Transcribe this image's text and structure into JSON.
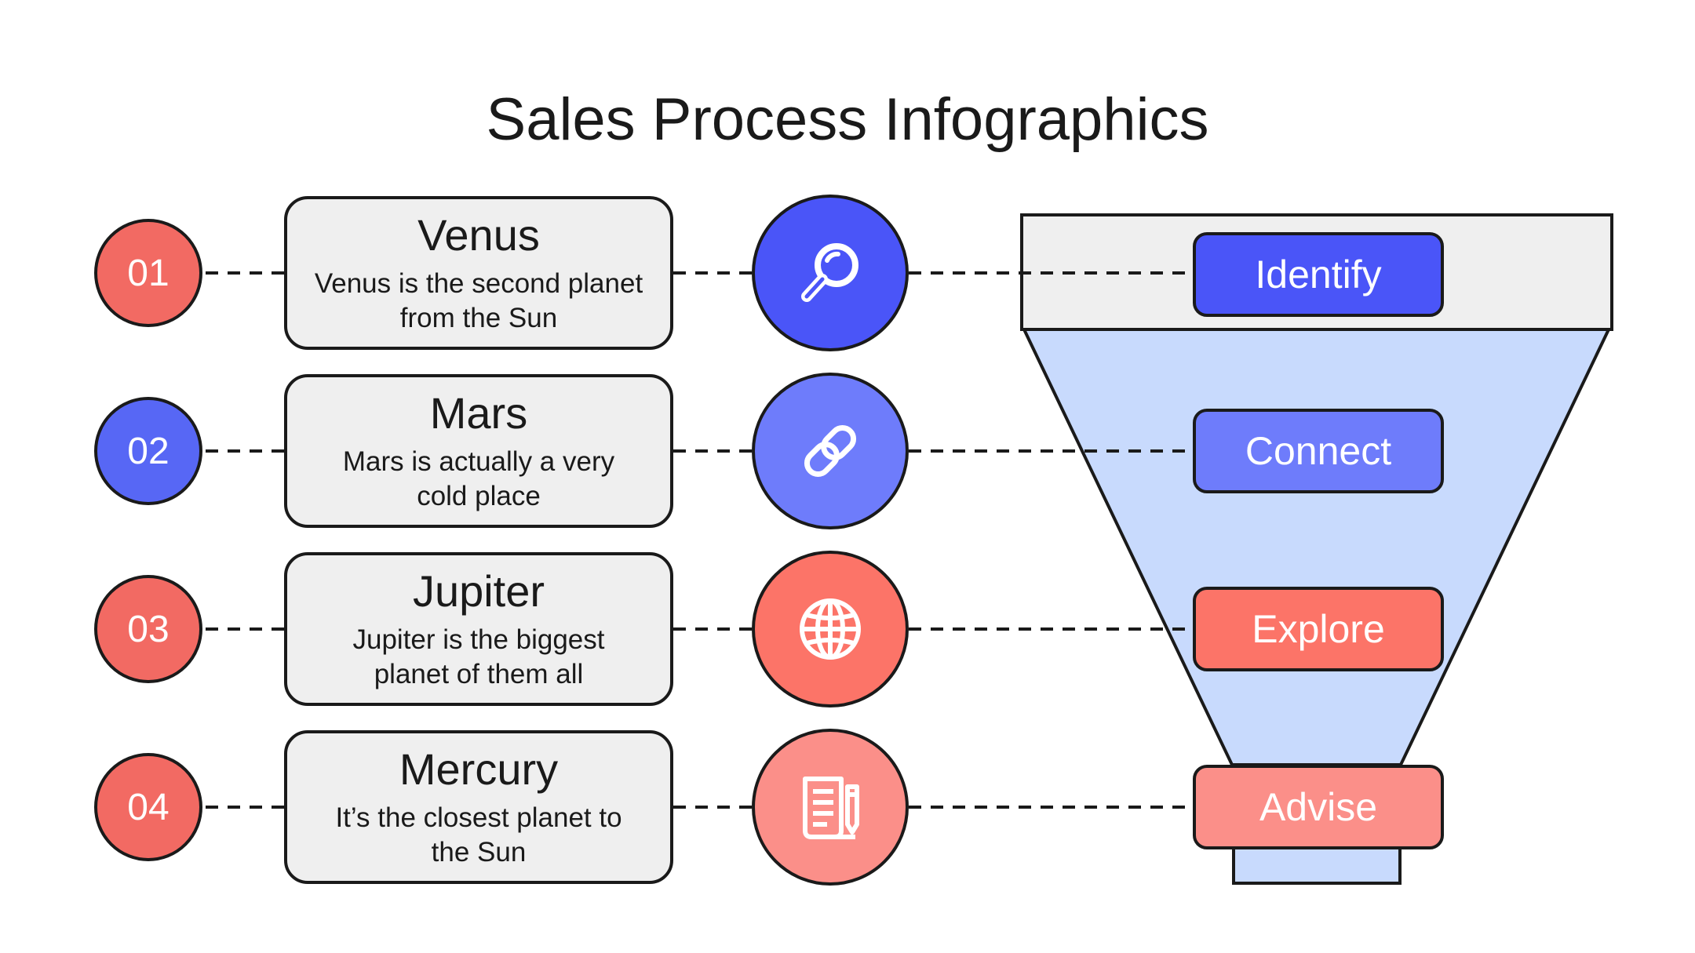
{
  "title": "Sales Process Infographics",
  "colors": {
    "red": "#f26a63",
    "blue": "#5767f5",
    "blue_dark": "#4a55f8",
    "blue_mid": "#6e7cfb",
    "coral": "#fc7468",
    "salmon": "#fb8f89",
    "funnel_fill": "#c8dafd",
    "card_fill": "#efefef",
    "outline": "#1a1a1a"
  },
  "steps": [
    {
      "number": "01",
      "title": "Venus",
      "description": "Venus is the second planet from the Sun",
      "icon": "magnifier-icon",
      "stage": "Identify"
    },
    {
      "number": "02",
      "title": "Mars",
      "description": "Mars is actually a very cold place",
      "icon": "link-icon",
      "stage": "Connect"
    },
    {
      "number": "03",
      "title": "Jupiter",
      "description": "Jupiter is the biggest planet of them all",
      "icon": "globe-icon",
      "stage": "Explore"
    },
    {
      "number": "04",
      "title": "Mercury",
      "description": "It’s the closest planet to the Sun",
      "icon": "document-pen-icon",
      "stage": "Advise"
    }
  ]
}
